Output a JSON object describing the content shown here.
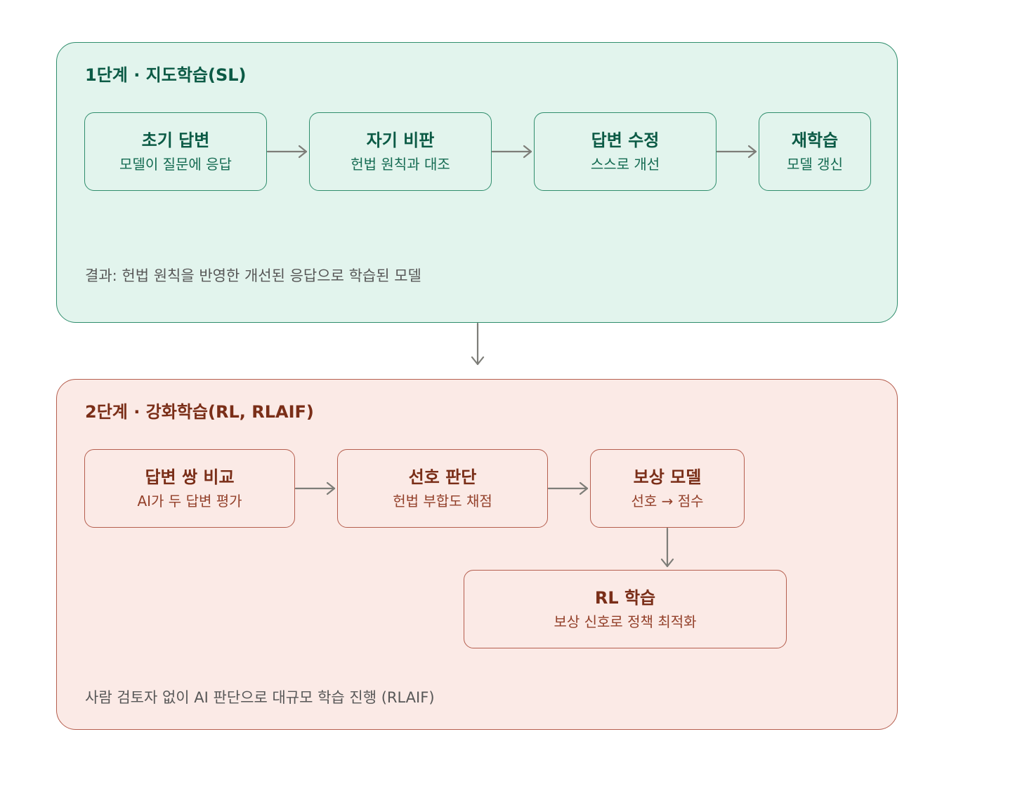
{
  "stage1": {
    "title": "1단계 · 지도학습(SL)",
    "nodes": [
      {
        "title": "초기 답변",
        "sub": "모델이 질문에 응답"
      },
      {
        "title": "자기 비판",
        "sub": "헌법 원칙과 대조"
      },
      {
        "title": "답변 수정",
        "sub": "스스로 개선"
      },
      {
        "title": "재학습",
        "sub": "모델 갱신"
      }
    ],
    "note": "결과: 헌법 원칙을 반영한 개선된 응답으로 학습된 모델"
  },
  "stage2": {
    "title": "2단계 · 강화학습(RL, RLAIF)",
    "nodes": [
      {
        "title": "답변 쌍 비교",
        "sub": "AI가 두 답변 평가"
      },
      {
        "title": "선호 판단",
        "sub": "헌법 부합도 채점"
      },
      {
        "title": "보상 모델",
        "sub": "선호 → 점수"
      },
      {
        "title": "RL 학습",
        "sub": "보상 신호로 정책 최적화"
      }
    ],
    "note": "사람 검토자 없이 AI 판단으로 대규모 학습 진행 (RLAIF)"
  },
  "colors": {
    "stage1_fill": "#e2f4ed",
    "stage1_stroke": "#2f8d6c",
    "stage2_fill": "#fbeae6",
    "stage2_stroke": "#b55e4e",
    "arrow": "#7d7d78"
  }
}
